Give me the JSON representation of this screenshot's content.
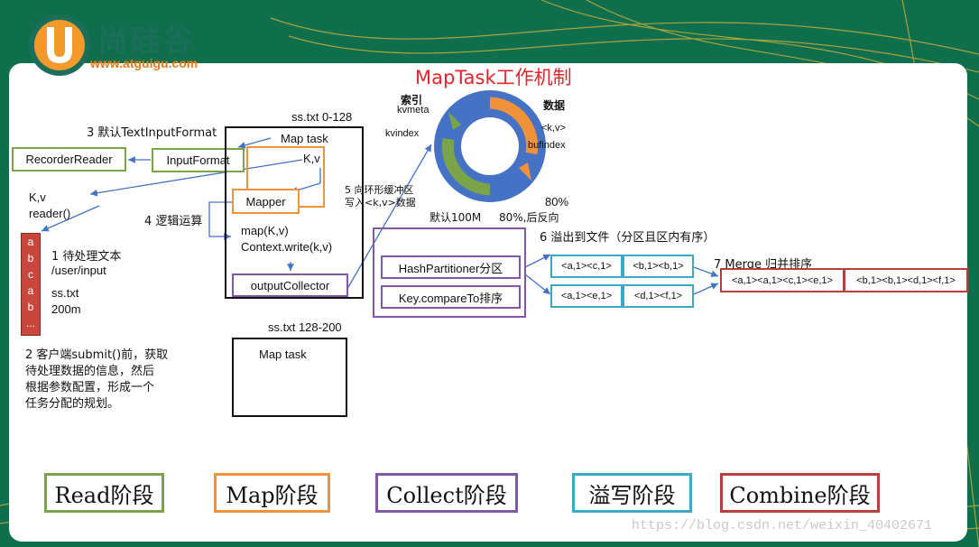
{
  "logo": {
    "name": "尚硅谷",
    "url": "www.atguigu.com"
  },
  "title": "MapTask工作机制",
  "labels": {
    "step3": "3 默认TextInputFormat",
    "recorder_reader": "RecorderReader",
    "input_format": "InputFormat",
    "kv": "K,v",
    "reader": "reader()",
    "step1_a": "1 待处理文本",
    "step1_b": "/user/input",
    "ss_txt": "ss.txt",
    "size": "200m",
    "step2_a": "2 客户端submit()前，获取",
    "step2_b": "待处理数据的信息，然后",
    "step2_c": "根据参数配置，形成一个",
    "step2_d": "任务分配的规划。",
    "split1": "ss.txt 0-128",
    "map_task": "Map task",
    "kv_small": "K,v",
    "mapper": "Mapper",
    "step4": "4 逻辑运算",
    "map_fn": "map(K,v)",
    "context_write": "Context.write(k,v)",
    "output_collector": "outputCollector",
    "split2": "ss.txt 128-200",
    "map_task2": "Map task",
    "step5_a": "5 向环形缓冲区",
    "step5_b": "写入<k,v>数据",
    "index": "索引",
    "kvmeta": "kvmeta",
    "kvindex": "kvindex",
    "data": "数据",
    "kv_angle": "<k,v>",
    "bufindex": "bufindex",
    "pct80": "80%",
    "default100m": "默认100M",
    "reverse": "80%,后反向",
    "hash_partitioner": "HashPartitioner分区",
    "key_compare": "Key.compareTo排序",
    "step6": "6 溢出到文件（分区且区内有序）",
    "spill_a1": "<a,1><c,1>",
    "spill_b1": "<b,1><b,1>",
    "spill_a2": "<a,1><e,1>",
    "spill_d1": "<d,1><f,1>",
    "step7": "7 Merge 归并排序",
    "merge_a": "<a,1><a,1><c,1><e,1>",
    "merge_b": "<b,1><b,1><d,1><f,1>"
  },
  "stack_letters": [
    "a",
    "b",
    "c",
    "a",
    "b",
    "..."
  ],
  "phases": {
    "read": "Read阶段",
    "map": "Map阶段",
    "collect": "Collect阶段",
    "spill": "溢写阶段",
    "combine": "Combine阶段"
  },
  "colors": {
    "read": "#7aa447",
    "map": "#f0923a",
    "collect": "#7f5aa2",
    "spill": "#3fa7c6",
    "combine": "#b9403a",
    "arrow": "#4572c4",
    "title": "#e3242b",
    "ring": "#4572c4"
  },
  "watermark": "https://blog.csdn.net/weixin_40402671"
}
